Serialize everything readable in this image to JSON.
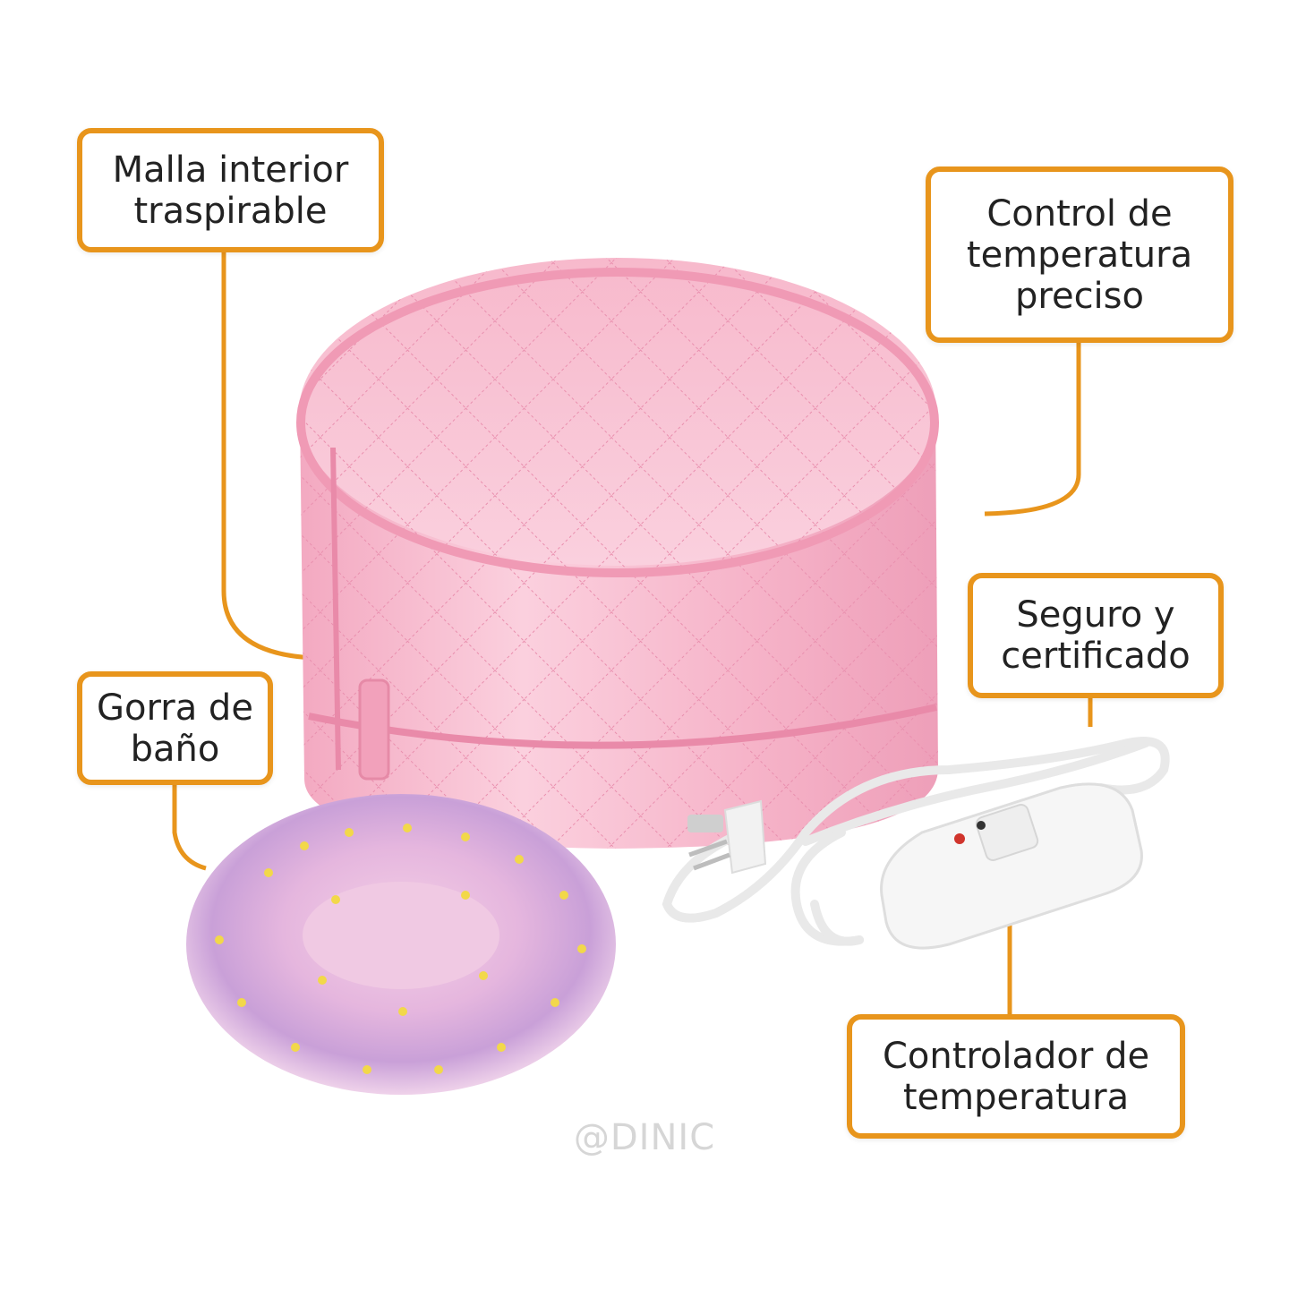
{
  "callouts": {
    "mesh": {
      "line1": "Malla interior",
      "line2": "traspirable"
    },
    "temp_control": {
      "line1": "Control de",
      "line2": "temperatura",
      "line3": "preciso"
    },
    "safe": {
      "line1": "Seguro y",
      "line2": "certificado"
    },
    "cap": {
      "line1": "Gorra de",
      "line2": "baño"
    },
    "controller": {
      "line1": "Controlador de",
      "line2": "temperatura"
    }
  },
  "watermark": "@DINIC",
  "colors": {
    "accent": "#e8951c",
    "cap_pink": "#f5b3c8",
    "shower_cap": "#e6b8e0",
    "controller_white": "#f4f4f4"
  }
}
